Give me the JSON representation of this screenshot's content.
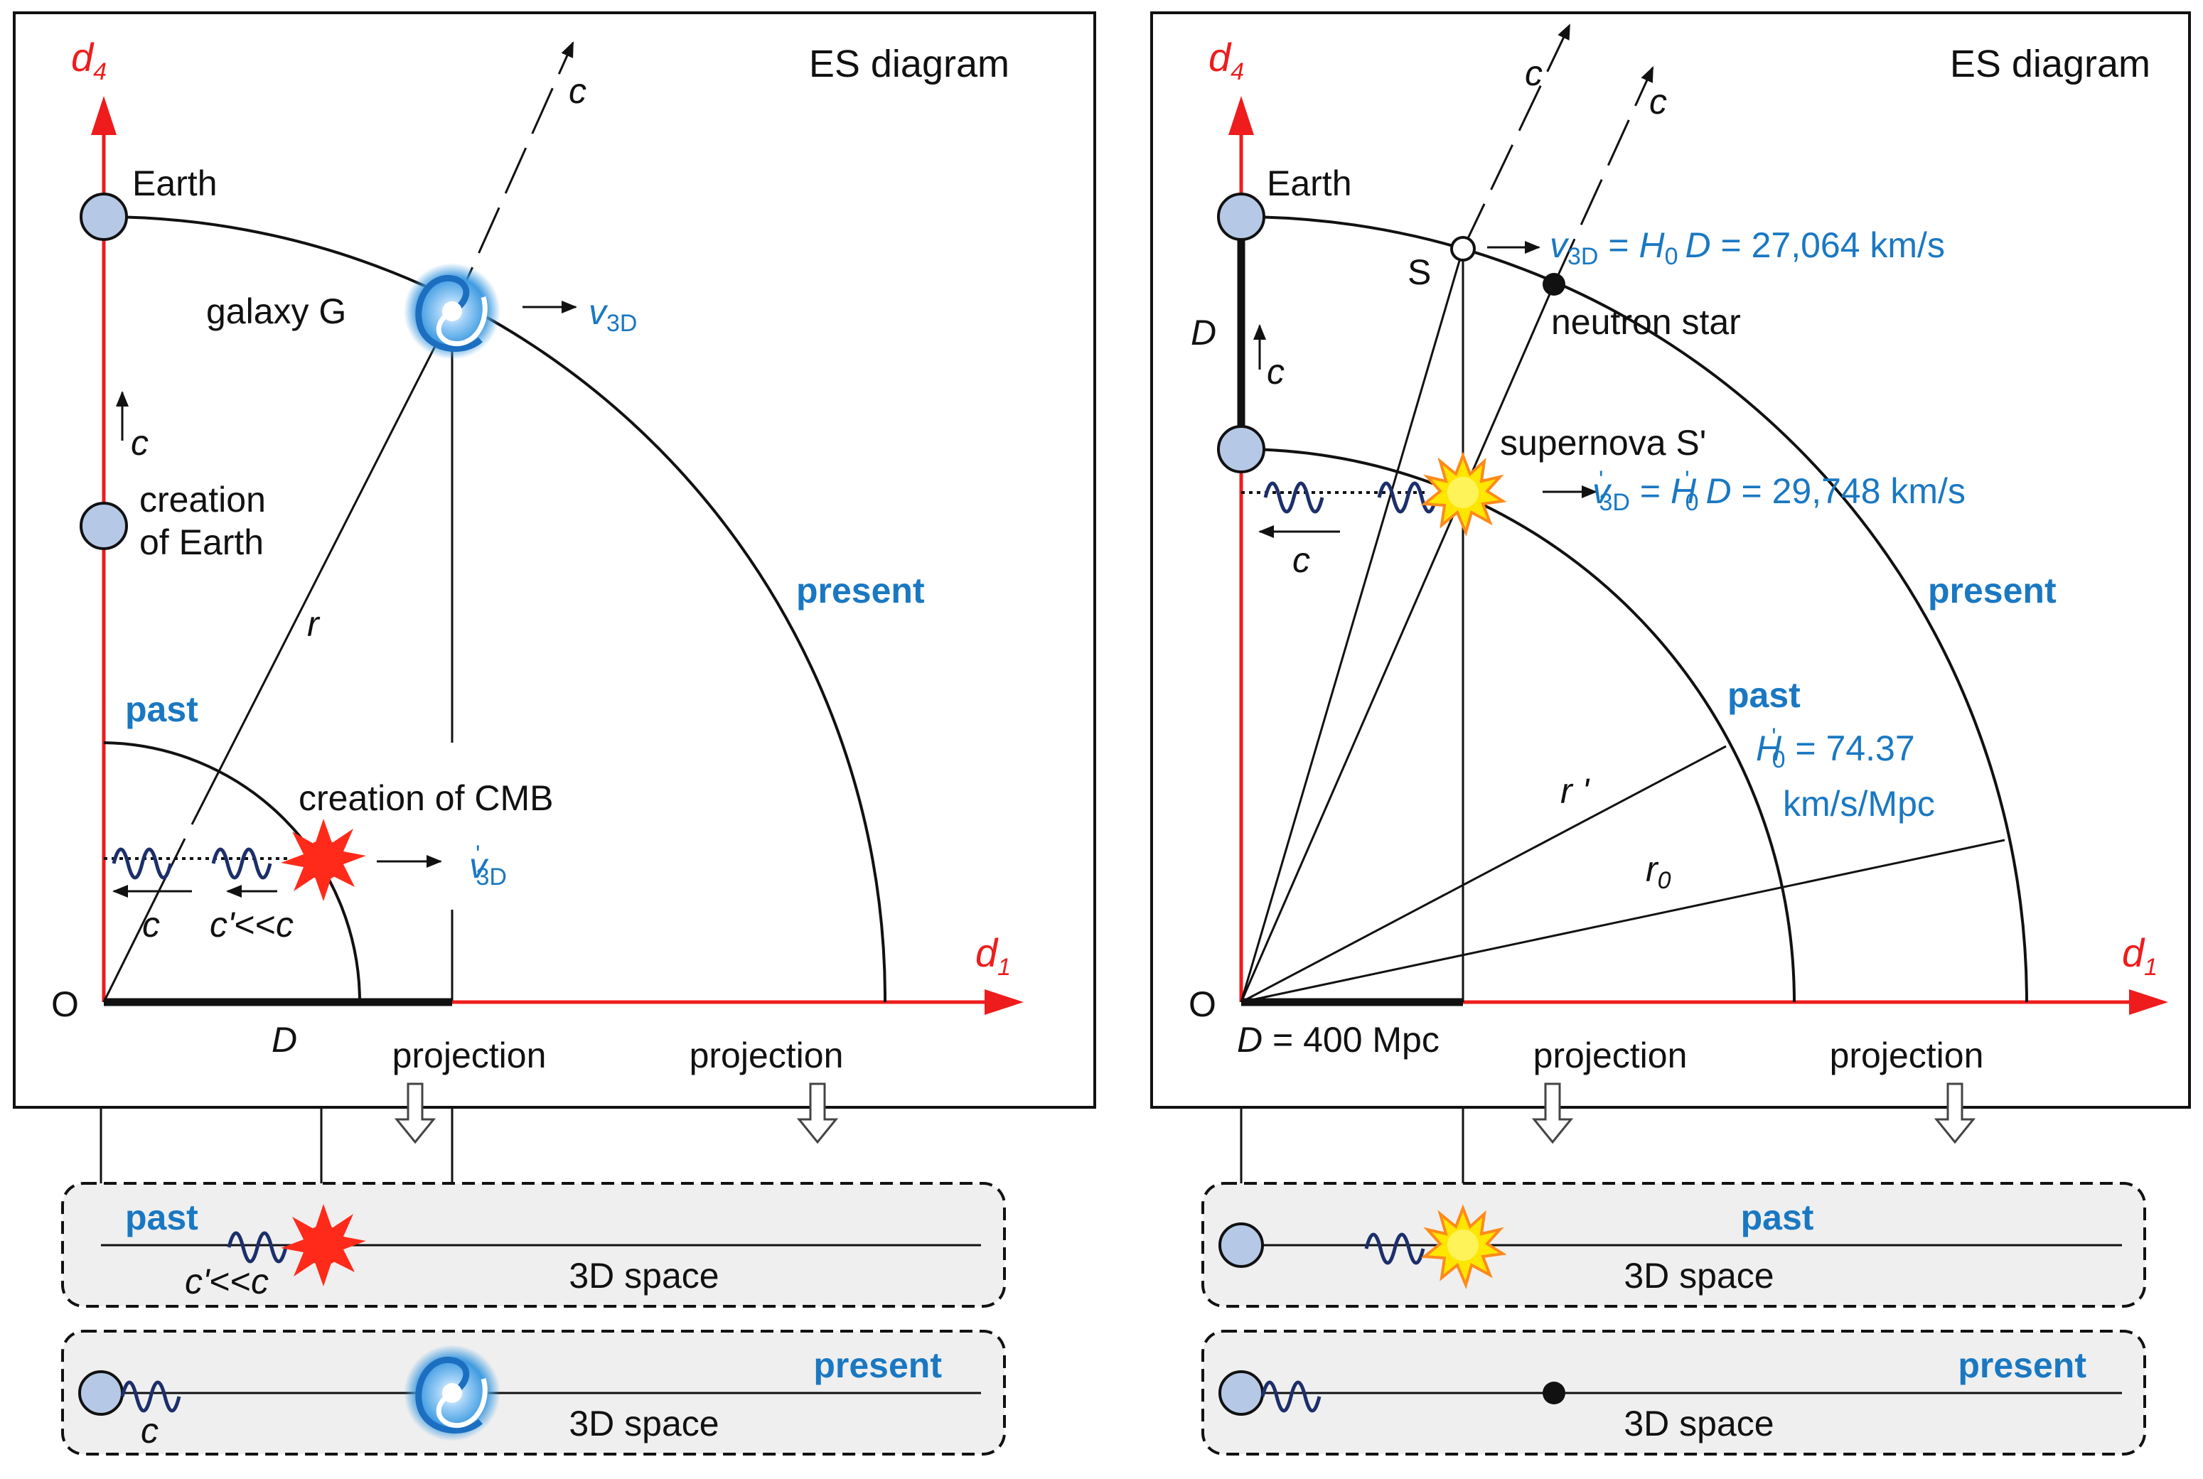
{
  "colors": {
    "axis": "#ee1c1c",
    "accent_blue": "#1a78c2",
    "planet_fill": "#b5c9e6",
    "panel_fill": "#efefef",
    "star_red": "#ff2a1a",
    "star_yellow": "#ffe600",
    "galaxy": "#3f9be0"
  },
  "icons": {
    "earth": "circle-icon",
    "galaxy": "spiral-galaxy-icon",
    "cmb": "burst-icon",
    "supernova": "starburst-icon",
    "neutron_star": "dot-icon",
    "wave": "wave-icon"
  },
  "left": {
    "title": "ES diagram",
    "axis_v": "d",
    "axis_v_sub": "4",
    "axis_h": "d",
    "axis_h_sub": "1",
    "origin": "O",
    "c": "c",
    "earth": "Earth",
    "galaxy": "galaxy G",
    "v3d": "v",
    "v3d_sub": "3D",
    "creation_earth_1": "creation",
    "creation_earth_2": "of Earth",
    "r": "r",
    "present": "present",
    "past": "past",
    "creation_cmb": "creation of CMB",
    "v3d_prime": "v",
    "prime": "'",
    "c_prime": "c'",
    "lt": "<<",
    "D": "D",
    "projection": "projection",
    "panel_past_label": "past",
    "panel_space": "3D space",
    "panel_present_label": "present"
  },
  "right": {
    "title": "ES diagram",
    "axis_v": "d",
    "axis_v_sub": "4",
    "axis_h": "d",
    "axis_h_sub": "1",
    "origin": "O",
    "c": "c",
    "earth": "Earth",
    "S": "S",
    "eq1_v": "v",
    "eq1_sub": "3D",
    "eq1_eq": " = ",
    "eq1_H": "H",
    "eq1_H_sub": "0",
    "eq1_D": "D",
    "eq1_val": " = 27,064 km/s",
    "neutron_star": "neutron star",
    "D": "D",
    "supernova": "supernova S'",
    "eq2_v": "v",
    "eq2_sub": "3D",
    "eq2_H": "H",
    "eq2_H_sub": "0",
    "eq2_D": "D",
    "eq2_val": " = 29,748 km/s",
    "prime": "'",
    "present": "present",
    "past": "past",
    "H0p_H": "H",
    "H0p_sub": "0",
    "H0p_val": " = 74.37",
    "H0p_unit": "km/s/Mpc",
    "r_prime": "r '",
    "r0": "r",
    "r0_sub": "0",
    "D400_D": "D",
    "D400_val": " = 400 Mpc",
    "projection": "projection",
    "panel_past_label": "past",
    "panel_space": "3D space",
    "panel_present_label": "present"
  }
}
